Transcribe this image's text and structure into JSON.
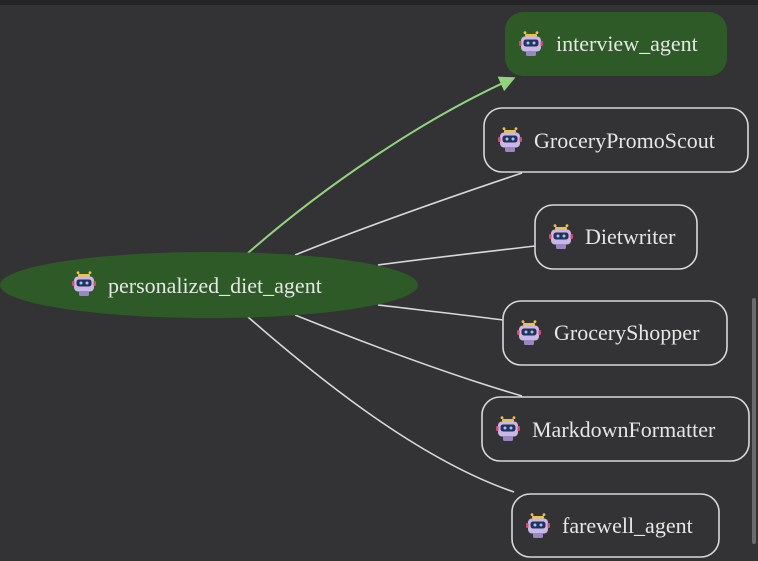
{
  "graph": {
    "root": {
      "label": "personalized_diet_agent",
      "icon": "robot-icon",
      "fill": "#2d5a27"
    },
    "children": [
      {
        "label": "interview_agent",
        "icon": "robot-icon",
        "active": true
      },
      {
        "label": "GroceryPromoScout",
        "icon": "robot-icon",
        "active": false
      },
      {
        "label": "Dietwriter",
        "icon": "robot-icon",
        "active": false
      },
      {
        "label": "GroceryShopper",
        "icon": "robot-icon",
        "active": false
      },
      {
        "label": "MarkdownFormatter",
        "icon": "robot-icon",
        "active": false
      },
      {
        "label": "farewell_agent",
        "icon": "robot-icon",
        "active": false
      }
    ]
  },
  "colors": {
    "background": "#333335",
    "active_node": "#2d5a27",
    "active_edge": "#90d47e",
    "edge": "#d8d8d8",
    "node_border": "#d8d8d8",
    "text": "#e6e6e6"
  }
}
